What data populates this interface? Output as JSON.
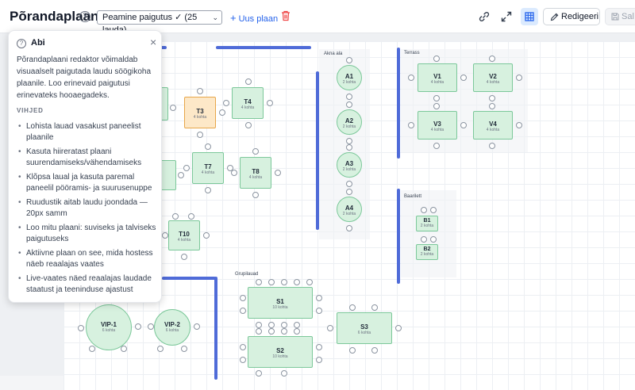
{
  "header": {
    "title": "Põrandaplaan",
    "plan_select": "Peamine paigutus ✓ (25 lauda)",
    "new_plan": "Uus plaan",
    "edit": "Redigeeri",
    "save": "Sal"
  },
  "help": {
    "title": "Abi",
    "intro": "Põrandaplaani redaktor võimaldab visuaalselt paigutada laudu söögikoha plaanile. Loo erinevaid paigutusi erinevateks hooaegadeks.",
    "tips_heading": "VIHJED",
    "tips": [
      "Lohista lauad vasakust paneelist plaanile",
      "Kasuta hiireratast plaani suurendamiseks/vähendamiseks",
      "Klõpsa laual ja kasuta paremal paneelil pööramis- ja suurusenuppe",
      "Ruudustik aitab laudu joondada — 20px samm",
      "Loo mitu plaani: suviseks ja talviseks paigutuseks",
      "Aktiivne plaan on see, mida hostess näeb reaalajas vaates",
      "Live-vaates näed reaalajas laudade staatust ja teeninduse ajastust"
    ]
  },
  "zones": {
    "akna": "Akna ala",
    "terrass": "Terrass",
    "baarilett": "Baarilett",
    "grupilauad": "Grupilauad"
  },
  "tables": {
    "T3": {
      "name": "T3",
      "cap": "4 kohta"
    },
    "T4": {
      "name": "T4",
      "cap": "4 kohta"
    },
    "T7": {
      "name": "T7",
      "cap": "4 kohta"
    },
    "T8": {
      "name": "T8",
      "cap": "4 kohta"
    },
    "T10": {
      "name": "T10",
      "cap": "4 kohta"
    },
    "A1": {
      "name": "A1",
      "cap": "2 kohta"
    },
    "A2": {
      "name": "A2",
      "cap": "2 kohta"
    },
    "A3": {
      "name": "A3",
      "cap": "2 kohta"
    },
    "A4": {
      "name": "A4",
      "cap": "2 kohta"
    },
    "V1": {
      "name": "V1",
      "cap": "4 kohta"
    },
    "V2": {
      "name": "V2",
      "cap": "4 kohta"
    },
    "V3": {
      "name": "V3",
      "cap": "4 kohta"
    },
    "V4": {
      "name": "V4",
      "cap": "4 kohta"
    },
    "B1": {
      "name": "B1",
      "cap": "2 kohta"
    },
    "B2": {
      "name": "B2",
      "cap": "2 kohta"
    },
    "S1": {
      "name": "S1",
      "cap": "10 kohta"
    },
    "S2": {
      "name": "S2",
      "cap": "10 kohta"
    },
    "S3": {
      "name": "S3",
      "cap": "6 kohta"
    },
    "VIP1": {
      "name": "VIP-1",
      "cap": "6 kohta"
    },
    "VIP2": {
      "name": "VIP-2",
      "cap": "6 kohta"
    }
  },
  "colors": {
    "accent": "#2563eb",
    "wall": "#4f6bd8",
    "table": "#d7f1df",
    "table_selected": "#fde8c8"
  }
}
